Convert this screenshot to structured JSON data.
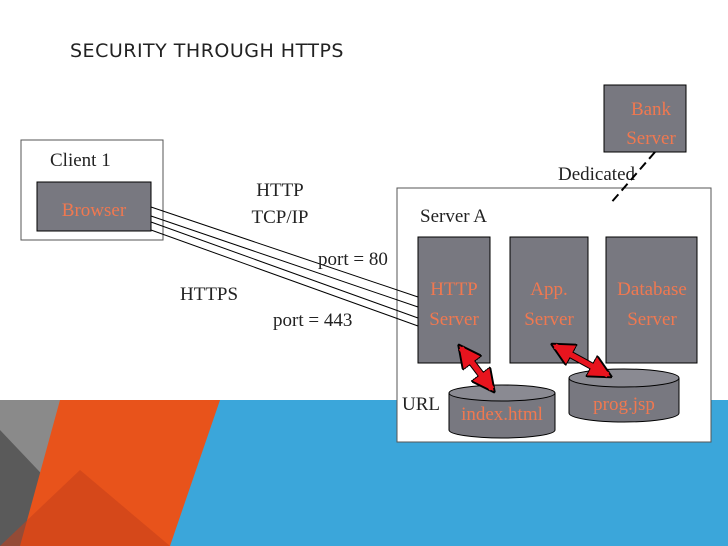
{
  "slide": {
    "title": "SECURITY THROUGH HTTPS"
  },
  "diagram": {
    "client": {
      "label": "Client 1",
      "browser_label": "Browser"
    },
    "bank": {
      "line1": "Bank",
      "line2": "Server"
    },
    "dedicated_label": "Dedicated",
    "server_group": {
      "label": "Server A"
    },
    "http_server": {
      "line1": "HTTP",
      "line2": "Server"
    },
    "app_server": {
      "line1": "App.",
      "line2": "Server"
    },
    "database_server": {
      "line1": "Database",
      "line2": "Server"
    },
    "http_protocol": {
      "line1": "HTTP",
      "line2": "TCP/IP"
    },
    "port_80": "port = 80",
    "https_label": "HTTPS",
    "port_443": "port = 443",
    "url_label": "URL",
    "index_db": "index.html",
    "prog_db": "prog.jsp"
  },
  "colors": {
    "server_fill": "#787880",
    "server_text": "#f07850",
    "arrow": "#e8141e",
    "blue_band": "#3ba6da",
    "orange_triangle": "#e8531b",
    "dark_gray_triangle": "#5a5a5a",
    "gray_triangle": "#8a8a8a"
  }
}
